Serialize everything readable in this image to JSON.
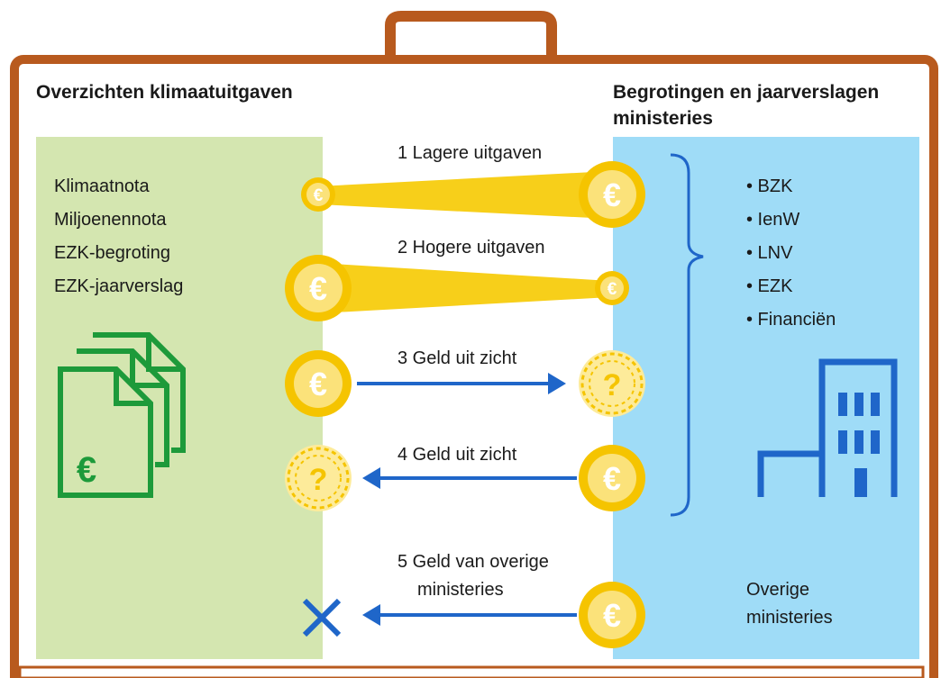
{
  "left_panel": {
    "title": "Overzichten klimaatuitgaven",
    "documents": [
      "Klimaatnota",
      "Miljoenennota",
      "EZK-begroting",
      "EZK-jaarverslag"
    ]
  },
  "right_panel": {
    "title_line1": "Begrotingen en jaarverslagen",
    "title_line2": "ministeries",
    "ministries": [
      "• BZK",
      "• IenW",
      "• LNV",
      "• EZK",
      "• Financiën"
    ],
    "other_line1": "Overige",
    "other_line2": "ministeries"
  },
  "flows": [
    {
      "label": "1 Lagere uitgaven"
    },
    {
      "label": "2 Hogere uitgaven"
    },
    {
      "label": "3 Geld uit zicht"
    },
    {
      "label": "4 Geld uit zicht"
    },
    {
      "label_line1": "5 Geld van overige",
      "label_line2": "ministeries"
    }
  ],
  "symbols": {
    "euro": "€",
    "unknown": "?"
  },
  "colors": {
    "case_frame": "#b85a1e",
    "left_bg": "#d4e6b0",
    "right_bg": "#9fdcf7",
    "coin": "#f5c400",
    "coin_inner": "#fbe27a",
    "beam": "#f7cf1a",
    "arrow": "#1f66c9",
    "doc_icon": "#1d9a3a",
    "building_icon": "#1f66c9"
  }
}
